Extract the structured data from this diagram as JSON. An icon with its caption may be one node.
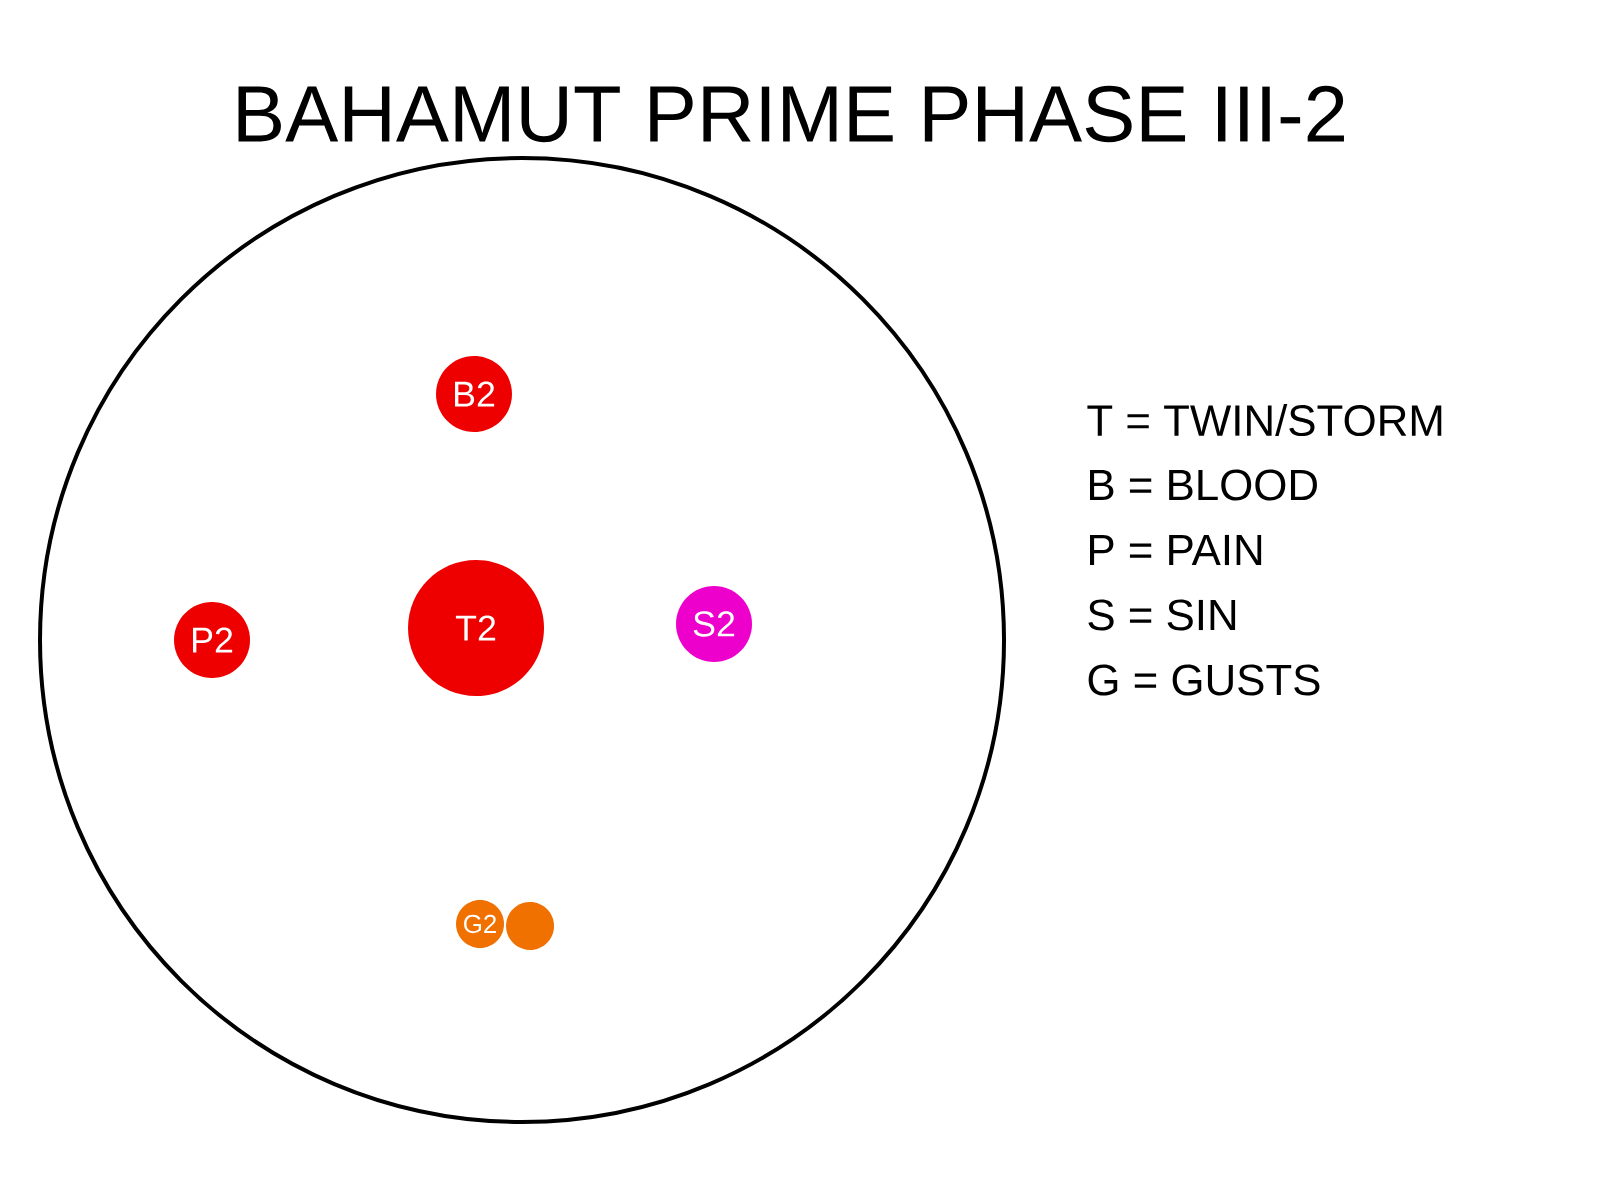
{
  "diagram": {
    "title": "BAHAMUT PRIME PHASE III-2",
    "nodes": [
      {
        "text": [],
        "shape": "circle"
      },
      {
        "text": [
          "B2"
        ],
        "in": 0
      },
      {
        "text": [
          "P2"
        ],
        "in": 0
      },
      {
        "text": [
          "T2"
        ],
        "in": 0
      },
      {
        "text": [
          "S2"
        ],
        "in": 0
      },
      {
        "text": [
          "G2"
        ],
        "in": 0
      },
      {
        "text": [],
        "shape": "circle",
        "in": 0
      }
    ],
    "labels": [
      "T = TWIN/STORM",
      "B = BLOOD",
      "P = PAIN",
      "S = SIN",
      "G = GUSTS"
    ]
  }
}
